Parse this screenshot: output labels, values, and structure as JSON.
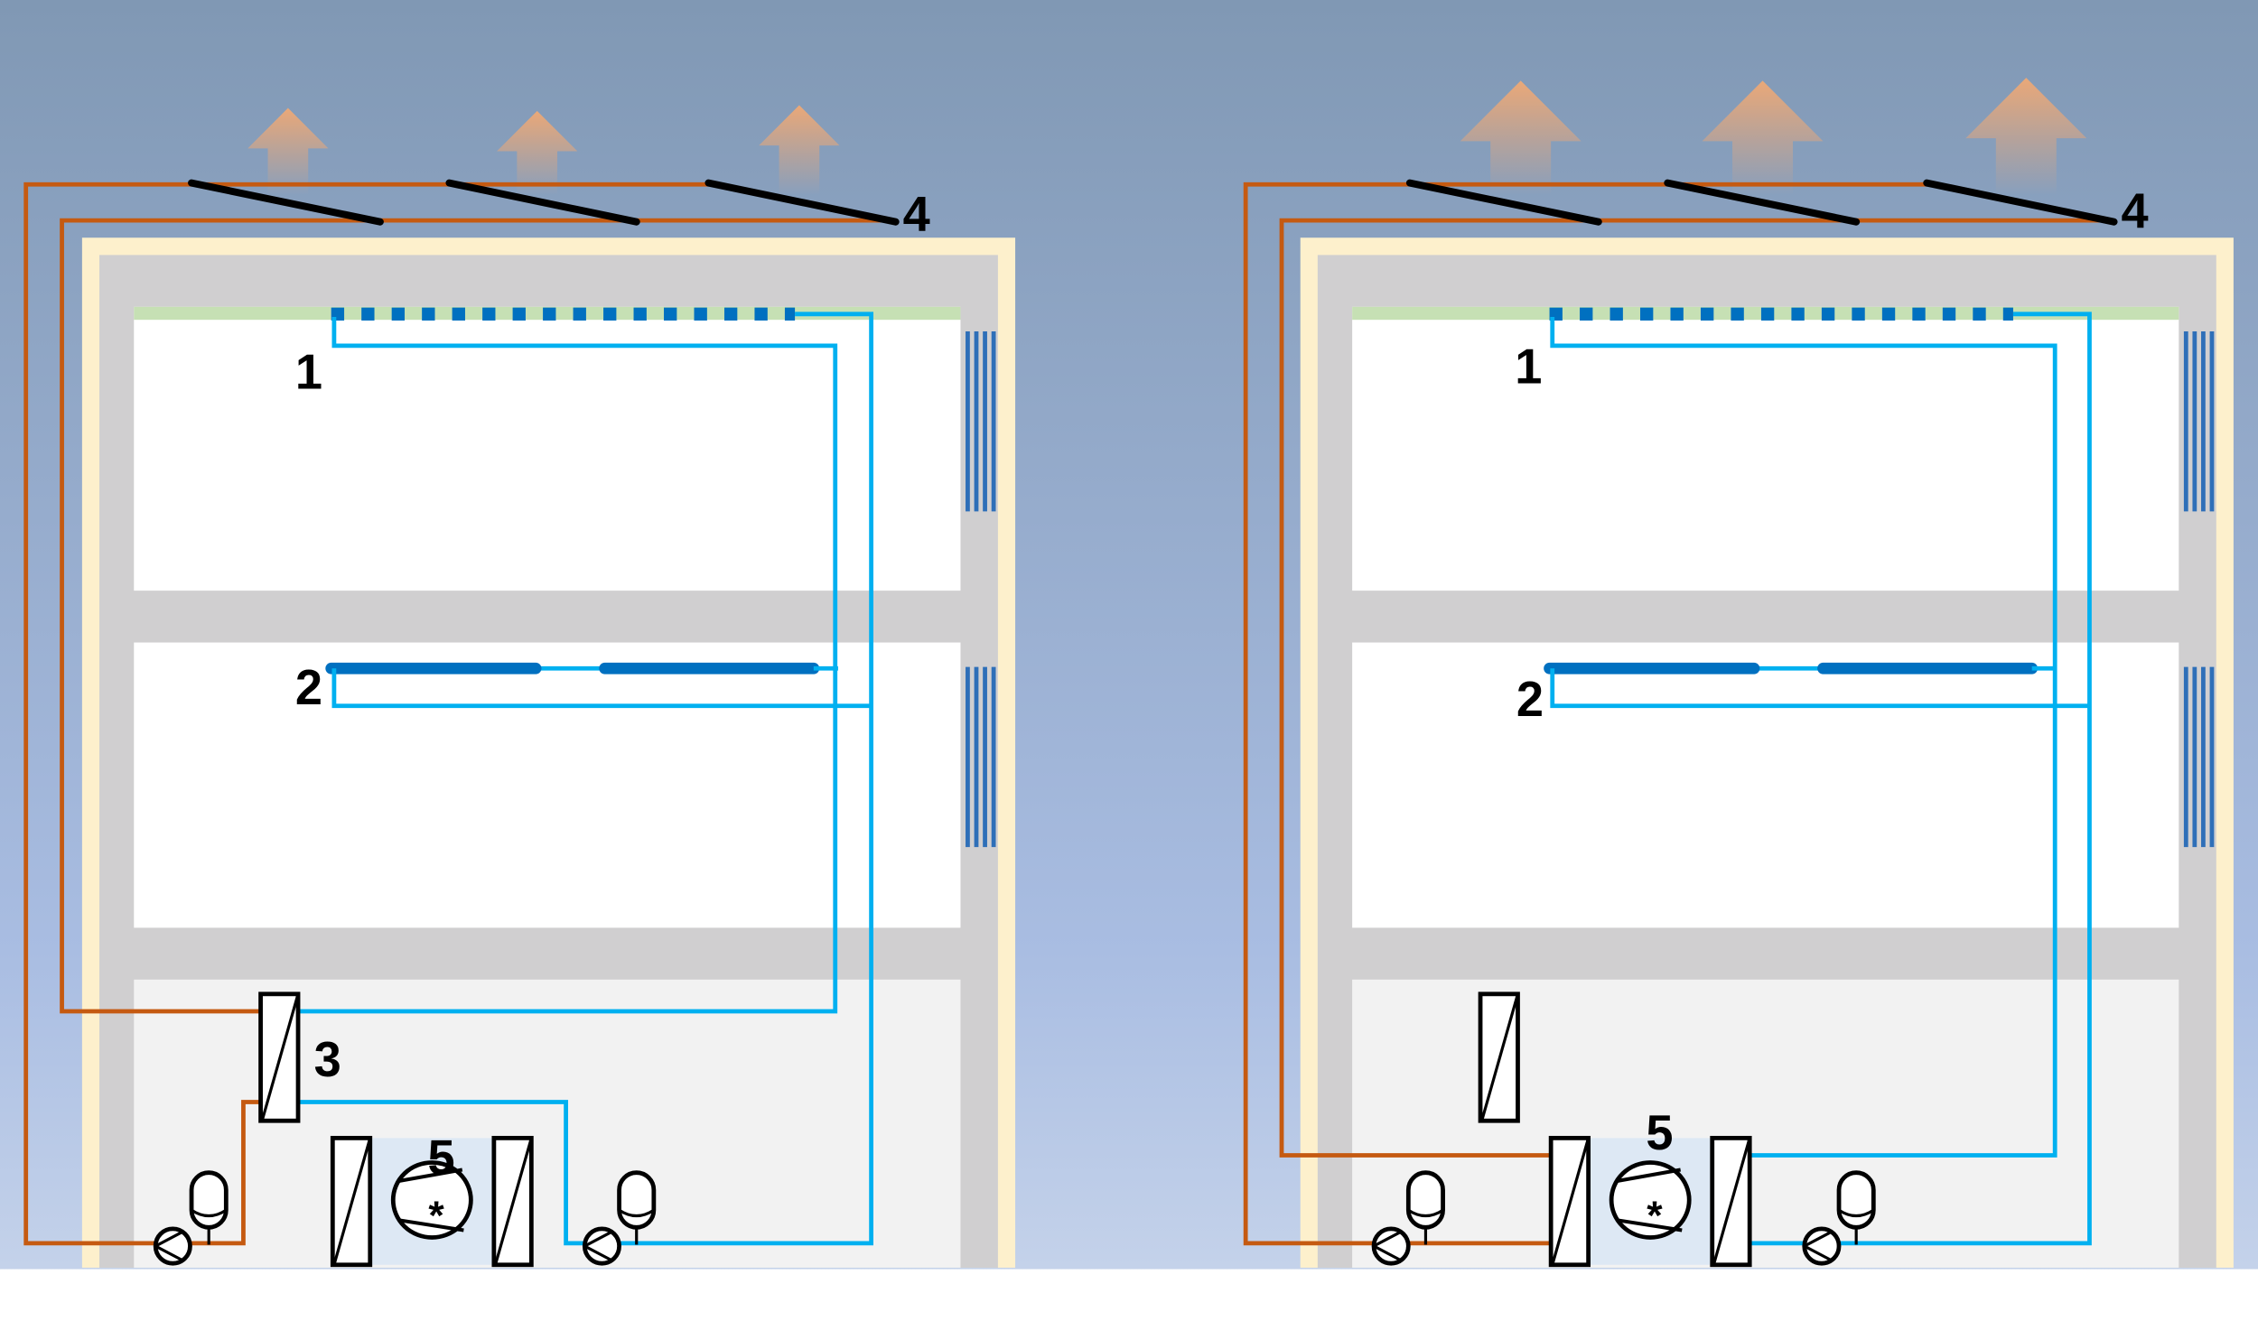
{
  "left_system": {
    "labels": {
      "ceiling_panel": "1",
      "radiant_panel": "2",
      "heat_exchanger": "3",
      "roof_collector": "4",
      "chiller_unit": "5"
    }
  },
  "right_system": {
    "labels": {
      "ceiling_panel": "1",
      "radiant_panel": "2",
      "roof_collector": "4",
      "chiller_unit": "5"
    }
  },
  "colors": {
    "sky_top": "#8098b4",
    "sky_bottom": "#c4d2ea",
    "facade": "#fdf0cc",
    "structure": "#d0cfd0",
    "cold_pipe": "#00b0f0",
    "warm_pipe": "#c55a11",
    "panel": "#0070c0",
    "heat_arrow": "#e8a878"
  }
}
